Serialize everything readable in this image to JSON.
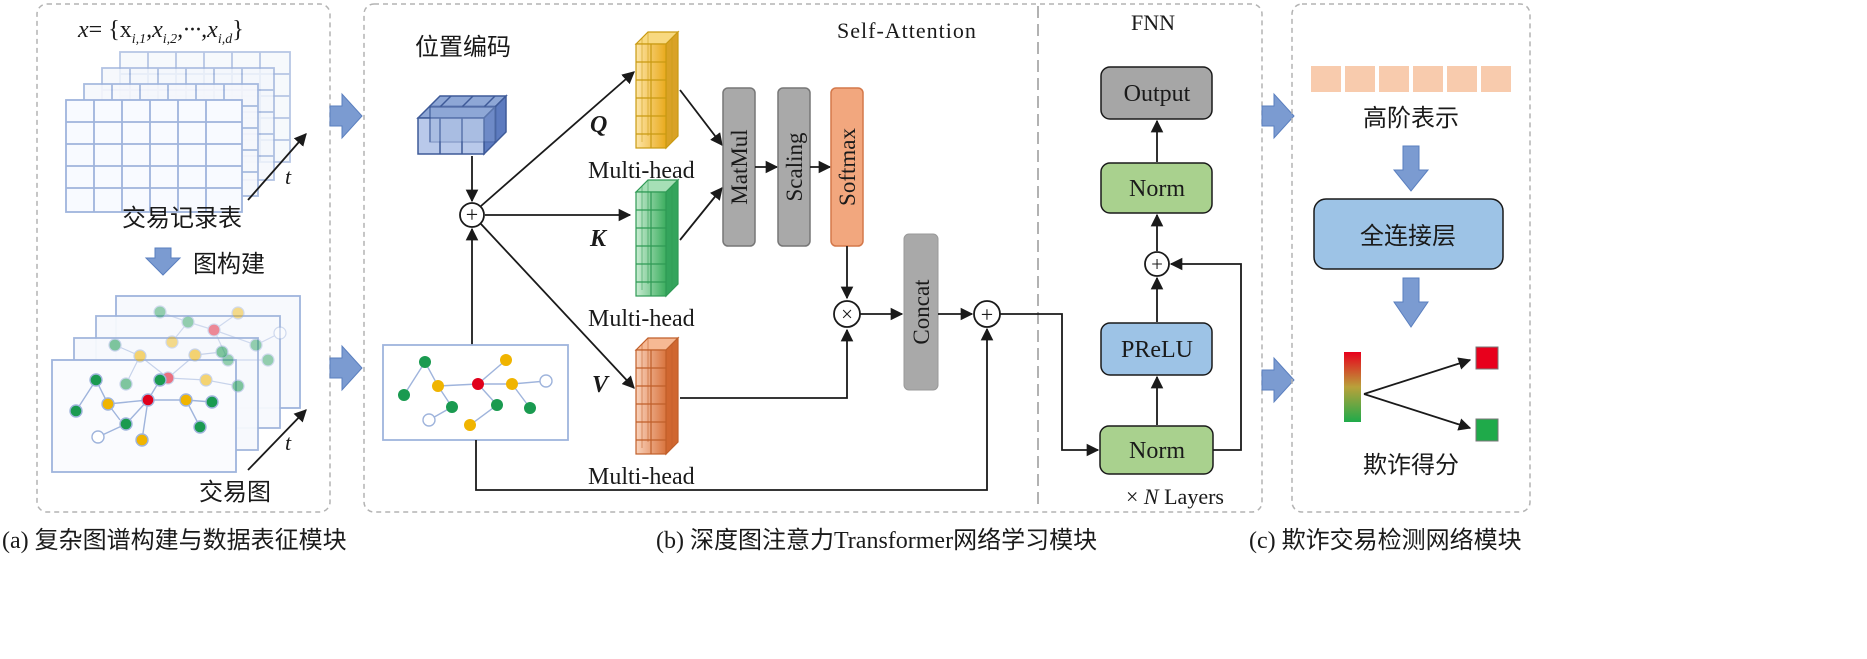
{
  "panel_a": {
    "formula_lhs": "x",
    "formula_rhs": "= {x",
    "formula_sub1": "i,1",
    "formula_sub2": "i,2",
    "formula_dots": ",···,x",
    "formula_subd": "i,d",
    "formula_close": "}",
    "time_label_top": "t",
    "table_label": "交易记录表",
    "graph_build_label": "图构建",
    "time_label_bottom": "t",
    "graph_label": "交易图",
    "caption": "(a) 复杂图谱构建与数据表征模块"
  },
  "panel_b": {
    "pos_encoding_label": "位置编码",
    "self_attention_label": "Self-Attention",
    "q_label": "Q",
    "k_label": "K",
    "v_label": "V",
    "multihead_q": "Multi-head",
    "multihead_k": "Multi-head",
    "multihead_v": "Multi-head",
    "matmul_label": "MatMul",
    "scaling_label": "Scaling",
    "softmax_label": "Softmax",
    "concat_label": "Concat",
    "plus_symbol": "+",
    "times_symbol": "×",
    "caption": "(b) 深度图注意力Transformer网络学习模块"
  },
  "fnn": {
    "title": "FNN",
    "output_label": "Output",
    "norm_top_label": "Norm",
    "prelu_label": "PReLU",
    "norm_bottom_label": "Norm",
    "layers_prefix": "× ",
    "layers_n": "N",
    "layers_suffix": " Layers"
  },
  "panel_c": {
    "high_order_label": "高阶表示",
    "fc_layer_label": "全连接层",
    "fraud_score_label": "欺诈得分",
    "caption": "(c) 欺诈交易检测网络模块"
  },
  "colors": {
    "panel_border": "#b3b3b3",
    "arrow_blue": "#7b9bd1",
    "grid_blue": "#9fb4dc",
    "matmul_gray": "#a9a9a9",
    "softmax_orange": "#f2a77e",
    "norm_green": "#a9d18e",
    "prelu_blue": "#9dc3e6",
    "output_gray": "#a6a6a6",
    "fc_blue": "#9dc3e6",
    "repr_peach": "#f8cbad",
    "node_green": "#1a9a50",
    "node_yellow": "#f0b400",
    "node_red": "#e0001b",
    "q_yellow": "#f5c242",
    "k_green": "#4cbf6f",
    "v_orange": "#e8864e",
    "pos_blue": "#4a6aae"
  }
}
